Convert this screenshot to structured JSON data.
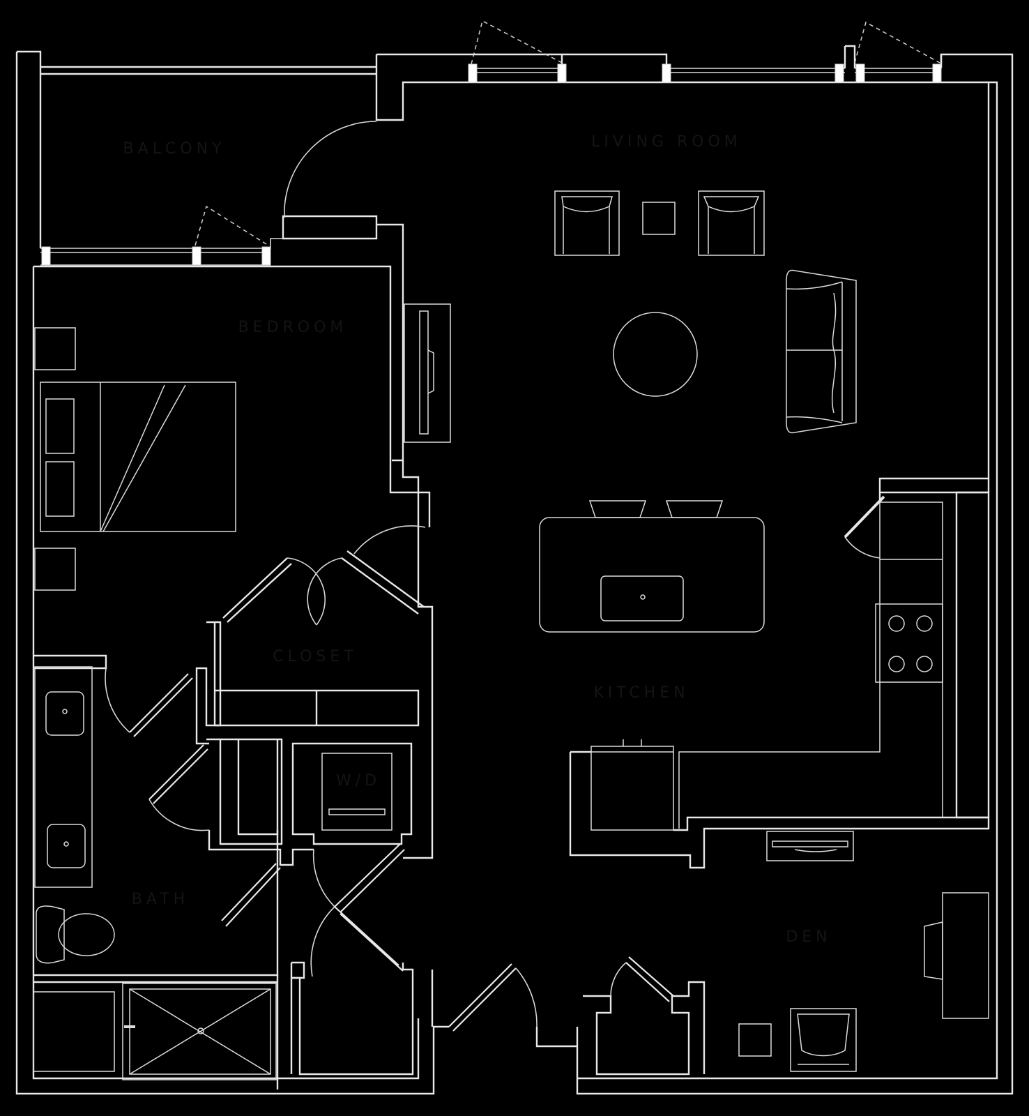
{
  "rooms": {
    "balcony": "BALCONY",
    "living_room": "LIVING ROOM",
    "bedroom": "BEDROOM",
    "closet": "CLOSET",
    "kitchen": "KITCHEN",
    "wd": "W/D",
    "bath": "BATH",
    "den": "DEN"
  },
  "colors": {
    "background": "#000000",
    "lines": "#e8e8e8",
    "windows": "#ffffff",
    "labels": "#141414"
  }
}
